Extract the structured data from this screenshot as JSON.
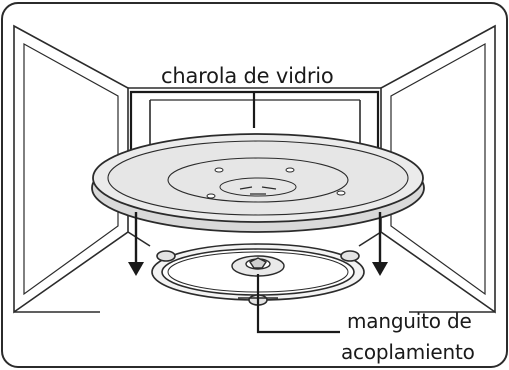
{
  "diagram": {
    "labels": {
      "glass_tray": "charola de vidrio",
      "coupler_line1": "manguito de",
      "coupler_line2": "acoplamiento"
    },
    "colors": {
      "line": "#2b2b2b",
      "tray_fill": "#e3e3e3",
      "background": "#ffffff"
    }
  }
}
